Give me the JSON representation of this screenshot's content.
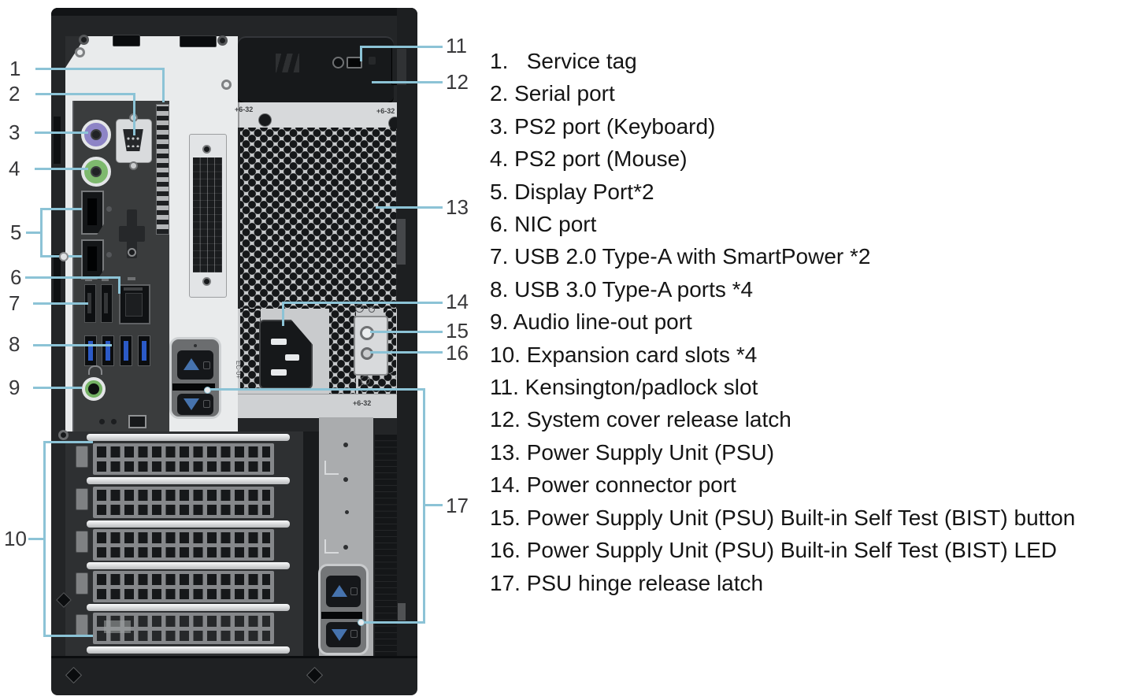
{
  "figure": {
    "kind": "rear-panel callout diagram",
    "subject": "tower computer rear view with numbered callouts"
  },
  "legend_lines": [
    "1.   Service tag",
    "2. Serial port",
    "3. PS2 port (Keyboard)",
    "4. PS2 port (Mouse)",
    "5. Display Port*2",
    "6. NIC port",
    "7. USB 2.0 Type-A with SmartPower *2",
    "8. USB 3.0 Type-A ports *4",
    "9. Audio line-out port",
    "10. Expansion card slots *4",
    "11. Kensington/padlock slot",
    "12. System cover release latch",
    "13. Power Supply Unit (PSU)",
    "14. Power connector port",
    "15. Power Supply Unit (PSU) Built-in Self Test (BIST) button",
    "16. Power Supply Unit (PSU) Built-in Self Test (BIST) LED",
    "17. PSU hinge release latch"
  ],
  "callout_numbers": [
    "1",
    "2",
    "3",
    "4",
    "5",
    "6",
    "7",
    "8",
    "9",
    "10",
    "11",
    "12",
    "13",
    "14",
    "15",
    "16",
    "17"
  ],
  "markings": {
    "psu_screw_spec": "+6-32",
    "psu_side_text": "EC-0+"
  },
  "colors": {
    "callout_line": "#8cc3d6",
    "label_text": "#38383a",
    "legend_text": "#151515",
    "chassis_dark": "#232527",
    "panel_light": "#e9ebec",
    "psu_gray": "#c6c8ca",
    "ps2_keyboard_purple": "#8d84c6",
    "ps2_mouse_green": "#7eb96e",
    "usb3_blue": "#2b5ac7",
    "audio_green": "#74b164",
    "latch_arrow_blue": "#4673ae"
  }
}
